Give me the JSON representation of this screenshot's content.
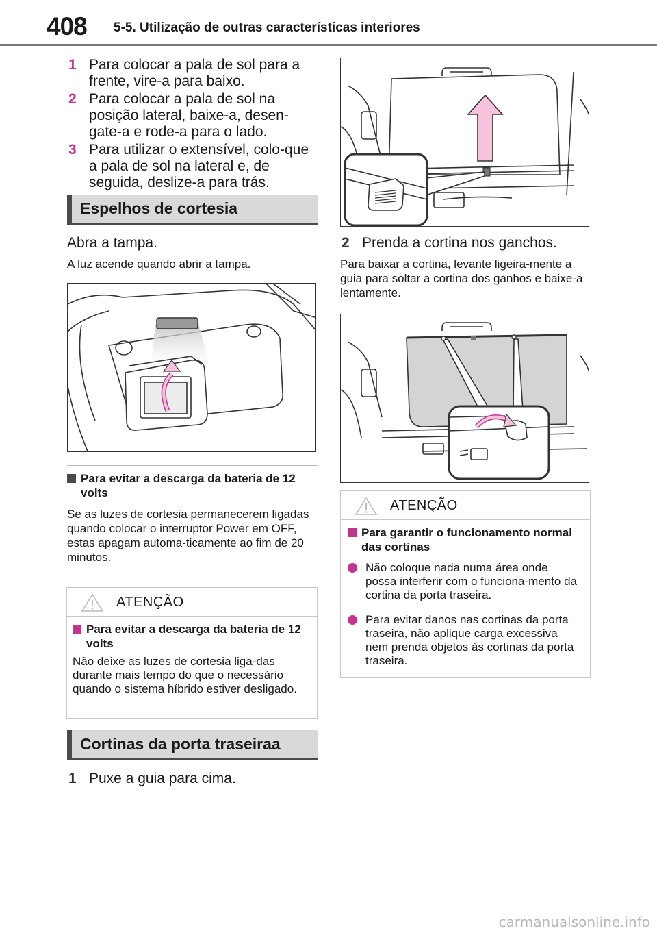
{
  "header": {
    "page_number": "408",
    "section": "5-5. Utilização de outras características interiores"
  },
  "left": {
    "steps": [
      {
        "num": "1",
        "text": "Para colocar a pala de sol para a frente, vire-a para baixo."
      },
      {
        "num": "2",
        "text": "Para colocar a pala de sol na posição lateral, baixe-a, desen-gate-a e rode-a para o lado."
      },
      {
        "num": "3",
        "text": "Para utilizar o extensível, colo-que a pala de sol na lateral e, de seguida, deslize-a para trás."
      }
    ],
    "mirror_section": "Espelhos de cortesia",
    "mirror_lead": "Abra a tampa.",
    "mirror_note": "A luz acende quando abrir a tampa.",
    "battery_head": "Para evitar a descarga da bateria de 12 volts",
    "battery_text": "Se as luzes de cortesia permanecerem ligadas quando colocar o interruptor Power em OFF, estas apagam automa-ticamente ao fim de 20 minutos.",
    "warn1": {
      "title": "ATENÇÃO",
      "head": "Para evitar a descarga da bateria de 12 volts",
      "text": "Não deixe as luzes de cortesia liga-das durante mais tempo do que o necessário quando o sistema híbrido estiver desligado."
    },
    "curtain_section": "Cortinas da porta traseiraa",
    "curtain_step": {
      "num": "1",
      "text": "Puxe a guia para cima."
    }
  },
  "right": {
    "step2": {
      "num": "2",
      "text": "Prenda a cortina nos ganchos."
    },
    "step2_note": "Para baixar a cortina, levante ligeira-mente a guia para soltar a cortina dos ganhos e baixe-a lentamente.",
    "warn2": {
      "title": "ATENÇÃO",
      "head": "Para garantir o funcionamento normal das cortinas",
      "bullets": [
        "Não coloque nada numa área onde possa interferir com o funciona-mento da cortina da porta traseira.",
        "Para evitar danos nas cortinas da porta traseira, não aplique carga excessiva nem prenda objetos às cortinas da porta traseira."
      ]
    }
  },
  "footer": {
    "watermark": "carmanualsonline.info"
  },
  "colors": {
    "accent": "#c0368c",
    "bar": "#d9d9d9",
    "bar_edge": "#4a4a4a"
  }
}
